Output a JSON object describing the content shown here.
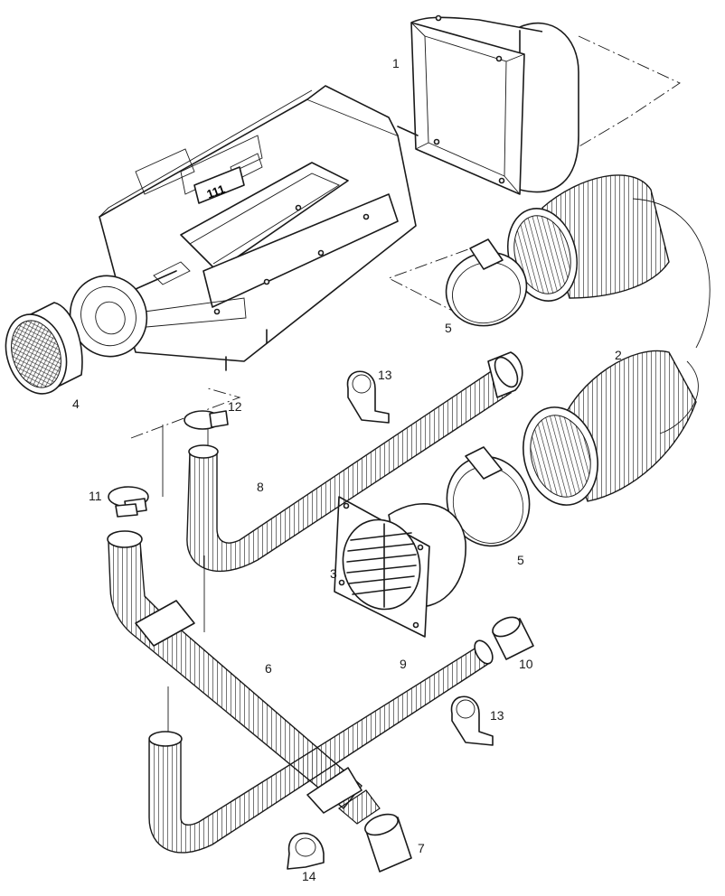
{
  "labels": {
    "p1": "1",
    "p2": "2",
    "p3": "3",
    "p4": "4",
    "p5a": "5",
    "p5b": "5",
    "p6": "6",
    "p7": "7",
    "p8": "8",
    "p9": "9",
    "p10": "10",
    "p11": "11",
    "p12": "12",
    "p13a": "13",
    "p13b": "13",
    "p14": "14"
  },
  "heater_logo": "111"
}
